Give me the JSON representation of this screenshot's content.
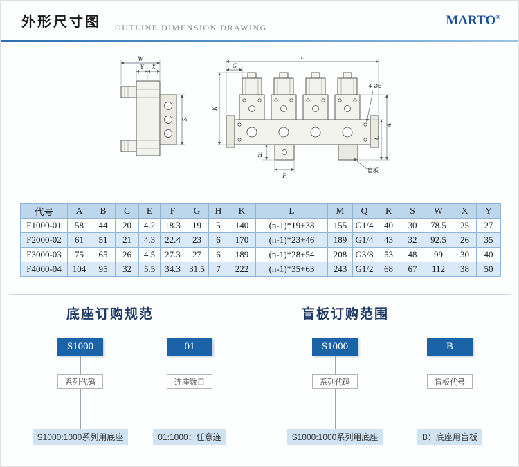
{
  "header": {
    "title_cn": "外形尺寸图",
    "title_en": "OUTLINE DIMENSION DRAWING",
    "brand": "MARTO",
    "brand_reg": "®"
  },
  "drawing": {
    "labels": {
      "w": "W",
      "y": "Y",
      "x": "X",
      "s": "S",
      "l": "L",
      "g": "G",
      "k": "K",
      "a": "A",
      "c": "C",
      "h": "H",
      "f": "F",
      "hole_callout": "4-ØE",
      "blind_plate": "盲板"
    }
  },
  "table": {
    "headers": [
      "代号",
      "A",
      "B",
      "C",
      "E",
      "F",
      "G",
      "H",
      "K",
      "L",
      "M",
      "Q",
      "R",
      "S",
      "W",
      "X",
      "Y"
    ],
    "rows": [
      [
        "F1000-01",
        "58",
        "44",
        "20",
        "4.2",
        "18.3",
        "19",
        "5",
        "140",
        "(n-1)*19+38",
        "155",
        "G1/4",
        "40",
        "30",
        "78.5",
        "25",
        "27"
      ],
      [
        "F2000-02",
        "61",
        "51",
        "21",
        "4.3",
        "22.4",
        "23",
        "6",
        "170",
        "(n-1)*23+46",
        "189",
        "G1/4",
        "43",
        "32",
        "92.5",
        "26",
        "35"
      ],
      [
        "F3000-03",
        "75",
        "65",
        "26",
        "4.5",
        "27.3",
        "27",
        "6",
        "189",
        "(n-1)*28+54",
        "208",
        "G3/8",
        "53",
        "48",
        "99",
        "30",
        "40"
      ],
      [
        "F4000-04",
        "104",
        "95",
        "32",
        "5.5",
        "34.3",
        "31.5",
        "7",
        "222",
        "(n-1)*35+63",
        "243",
        "G1/2",
        "68",
        "67",
        "112",
        "38",
        "50"
      ]
    ]
  },
  "ordering": {
    "left": {
      "title": "底座订购规范",
      "items": [
        {
          "code": "S1000",
          "label": "系列代码",
          "note": "S1000:1000系列用底座"
        },
        {
          "code": "01",
          "label": "连座数目",
          "note": "01:1000：任意连"
        }
      ]
    },
    "right": {
      "title": "盲板订购范围",
      "items": [
        {
          "code": "S1000",
          "label": "系列代码",
          "note": "S1000:1000系列用底座"
        },
        {
          "code": "B",
          "label": "盲板代号",
          "note": "B：底座用盲板"
        }
      ]
    }
  },
  "colors": {
    "accent_blue": "#1b63a8",
    "rule_blue": "#2d6eae",
    "brand_blue": "#1b4f9c",
    "table_header_bg": "#bcd6ec",
    "table_row_alt_bg": "#d9e9f7",
    "note_bg": "#cfe3f2"
  }
}
